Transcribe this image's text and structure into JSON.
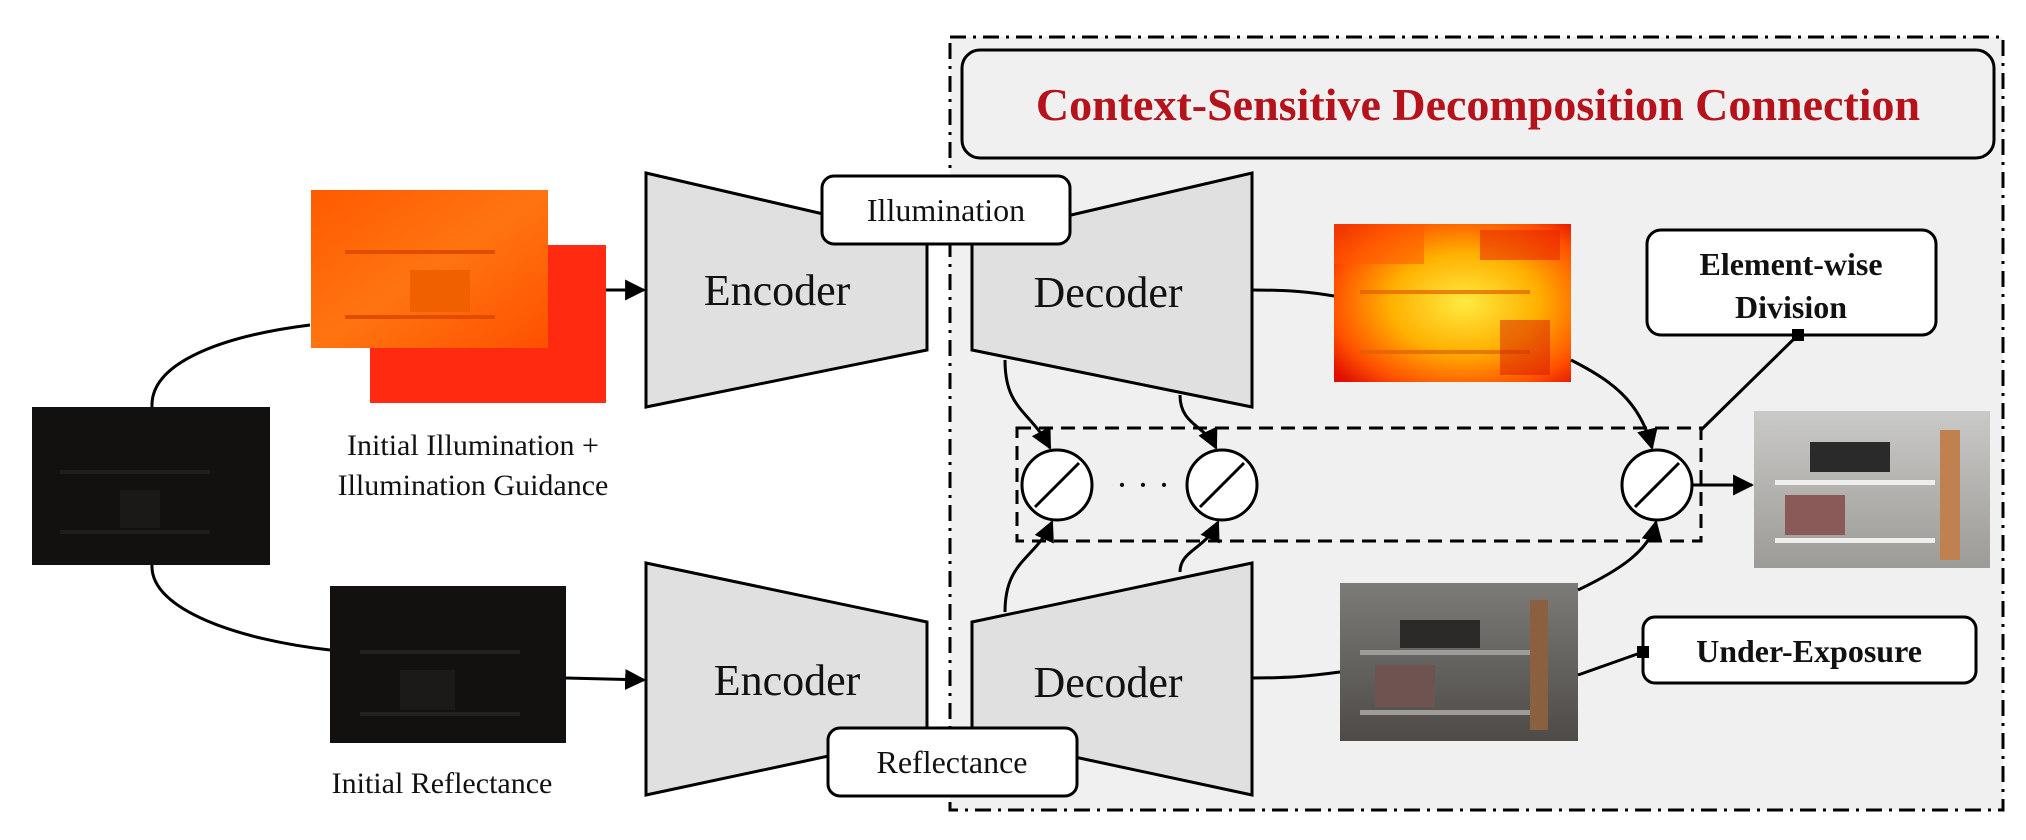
{
  "title": "Context-Sensitive Decomposition Connection",
  "labels": {
    "initial_illumination_line1": "Initial Illumination +",
    "initial_illumination_line2": "Illumination Guidance",
    "initial_reflectance": "Initial Reflectance",
    "illumination": "Illumination",
    "reflectance": "Reflectance",
    "encoder_top": "Encoder",
    "encoder_bottom": "Encoder",
    "decoder_top": "Decoder",
    "decoder_bottom": "Decoder",
    "dots": "· · ·",
    "element_wise_line1": "Element-wise",
    "element_wise_line2": "Division",
    "under_exposure": "Under-Exposure"
  },
  "colors": {
    "title_red": "#b5121b",
    "panel_gray": "#f0f0f0",
    "block_gray": "#e0e0e0",
    "illumination_orange": "#ff6a00",
    "illumination_red": "#ff2a10"
  },
  "icons": {
    "division_operator": "circle-slash-icon"
  }
}
